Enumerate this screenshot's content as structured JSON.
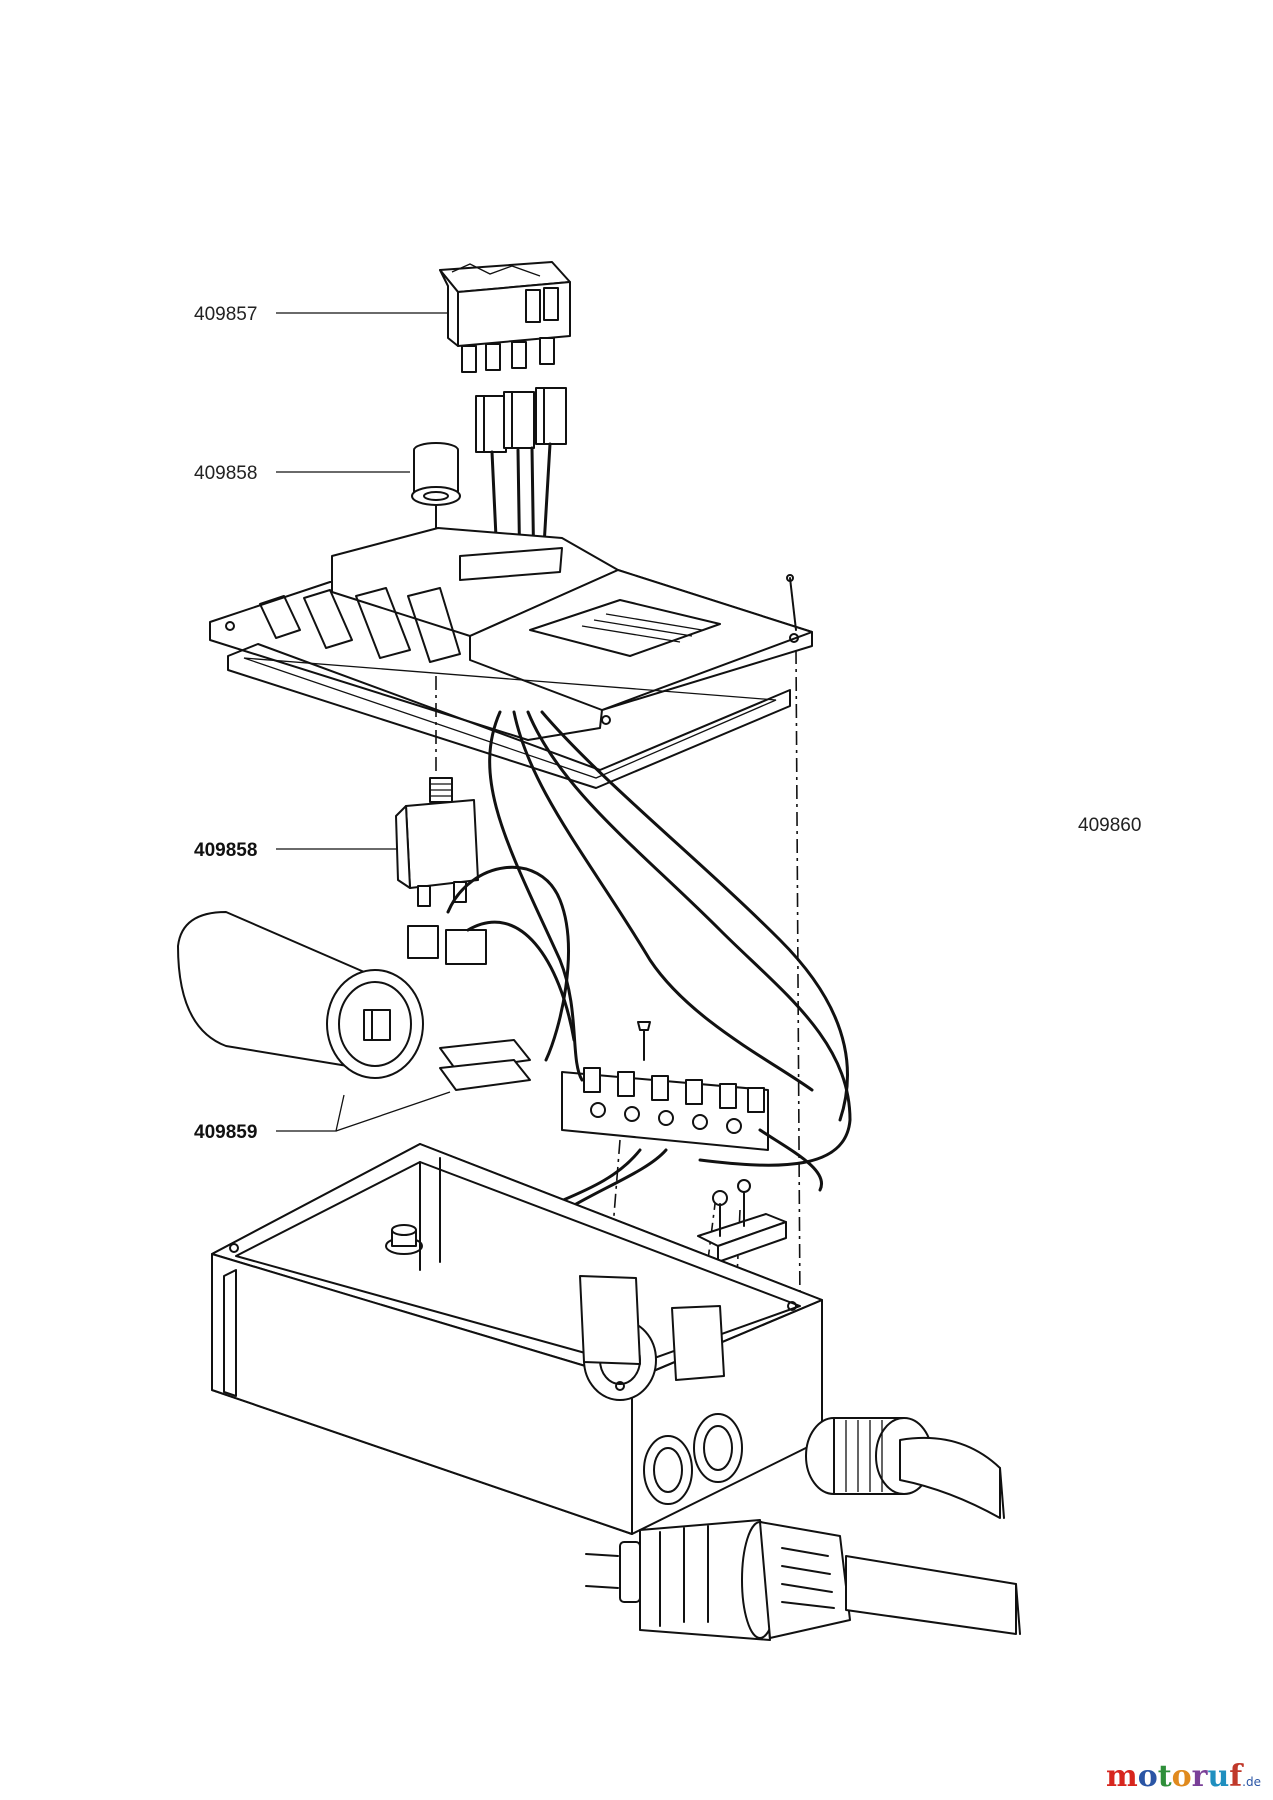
{
  "labels": {
    "switch": "409857",
    "lamp": "409858",
    "overload": "409858",
    "capacitor": "409859",
    "assembly": "409860"
  },
  "brand": {
    "text": "motoruf",
    "suffix": ".de",
    "colors": [
      "#d7261e",
      "#2a55a5",
      "#2f8f3a",
      "#e08a1e",
      "#7a3f98",
      "#1f8fbf",
      "#c0392b"
    ]
  }
}
